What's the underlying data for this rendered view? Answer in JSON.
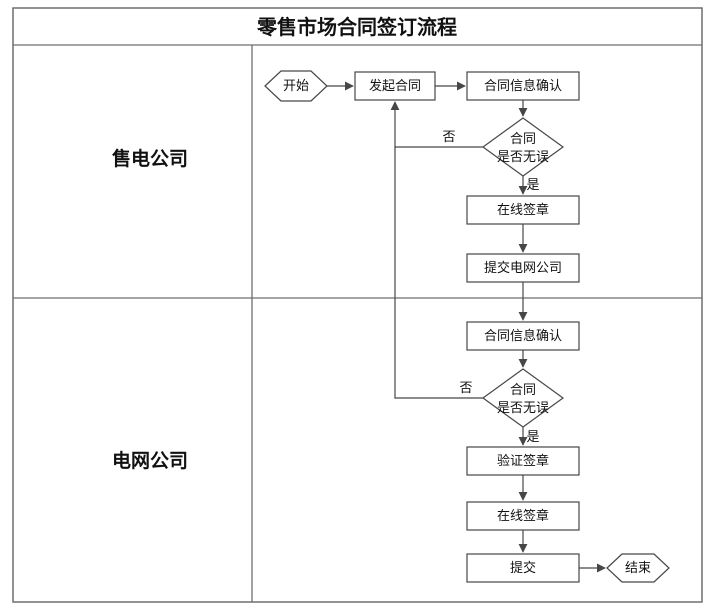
{
  "title": "零售市场合同签订流程",
  "lanes": {
    "lane1": "售电公司",
    "lane2": "电网公司"
  },
  "flow": {
    "start": "开始",
    "initiate_contract": "发起合同",
    "confirm_info_1": "合同信息确认",
    "decision_1_top": "合同",
    "decision_1_bottom": "是否无误",
    "label_no_1": "否",
    "label_yes_1": "是",
    "online_sign_1": "在线签章",
    "submit_to_grid": "提交电网公司",
    "confirm_info_2": "合同信息确认",
    "decision_2_top": "合同",
    "decision_2_bottom": "是否无误",
    "label_no_2": "否",
    "label_yes_2": "是",
    "verify_sign": "验证签章",
    "online_sign_2": "在线签章",
    "submit": "提交",
    "end": "结束"
  },
  "colors": {
    "line": "#474747",
    "border": "#6f6f6f",
    "background": "#ffffff"
  }
}
